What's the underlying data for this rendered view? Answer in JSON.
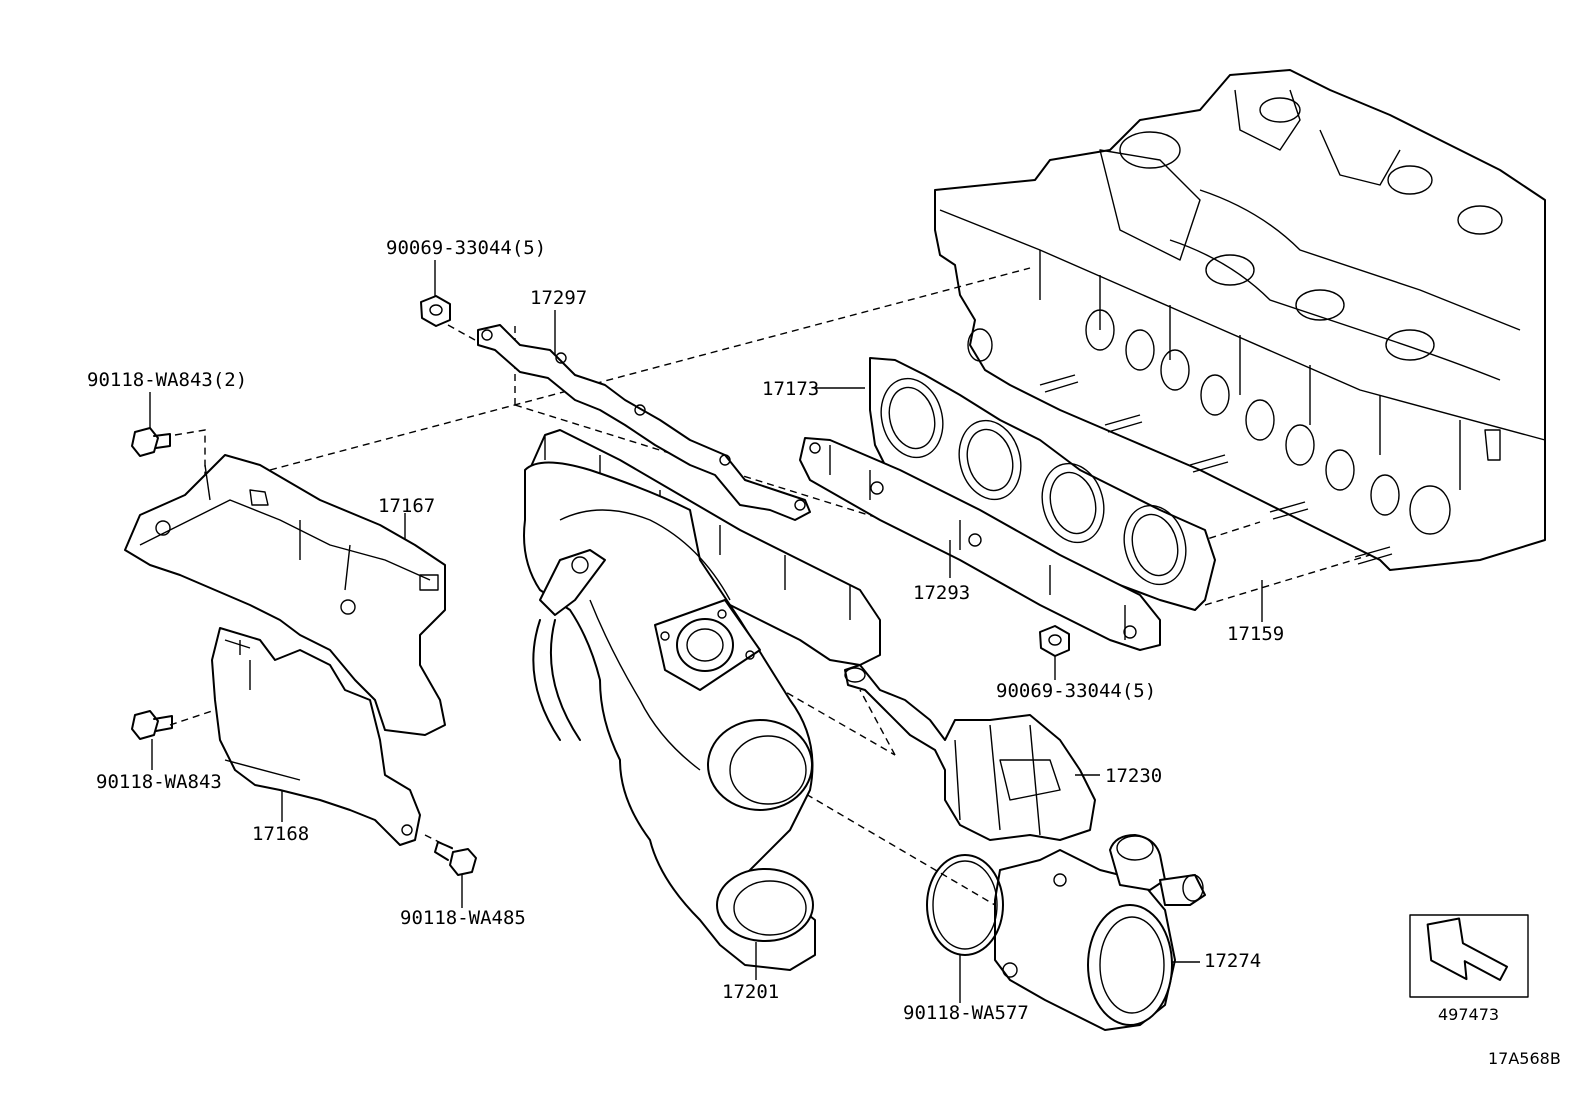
{
  "diagram": {
    "labels": {
      "p90069_top": "90069-33044(5)",
      "p17297": "17297",
      "p90118_wa843_2": "90118-WA843(2)",
      "p17173": "17173",
      "p17167": "17167",
      "p17293": "17293",
      "p17159": "17159",
      "p90069_bottom": "90069-33044(5)",
      "p90118_wa843": "90118-WA843",
      "p17230": "17230",
      "p17168": "17168",
      "p90118_wa485": "90118-WA485",
      "p17274": "17274",
      "p17201": "17201",
      "p90118_wa577": "90118-WA577",
      "p497473": "497473",
      "figure_code": "17A568B"
    },
    "icons": {
      "front_arrow": "direction-arrow-icon"
    }
  }
}
